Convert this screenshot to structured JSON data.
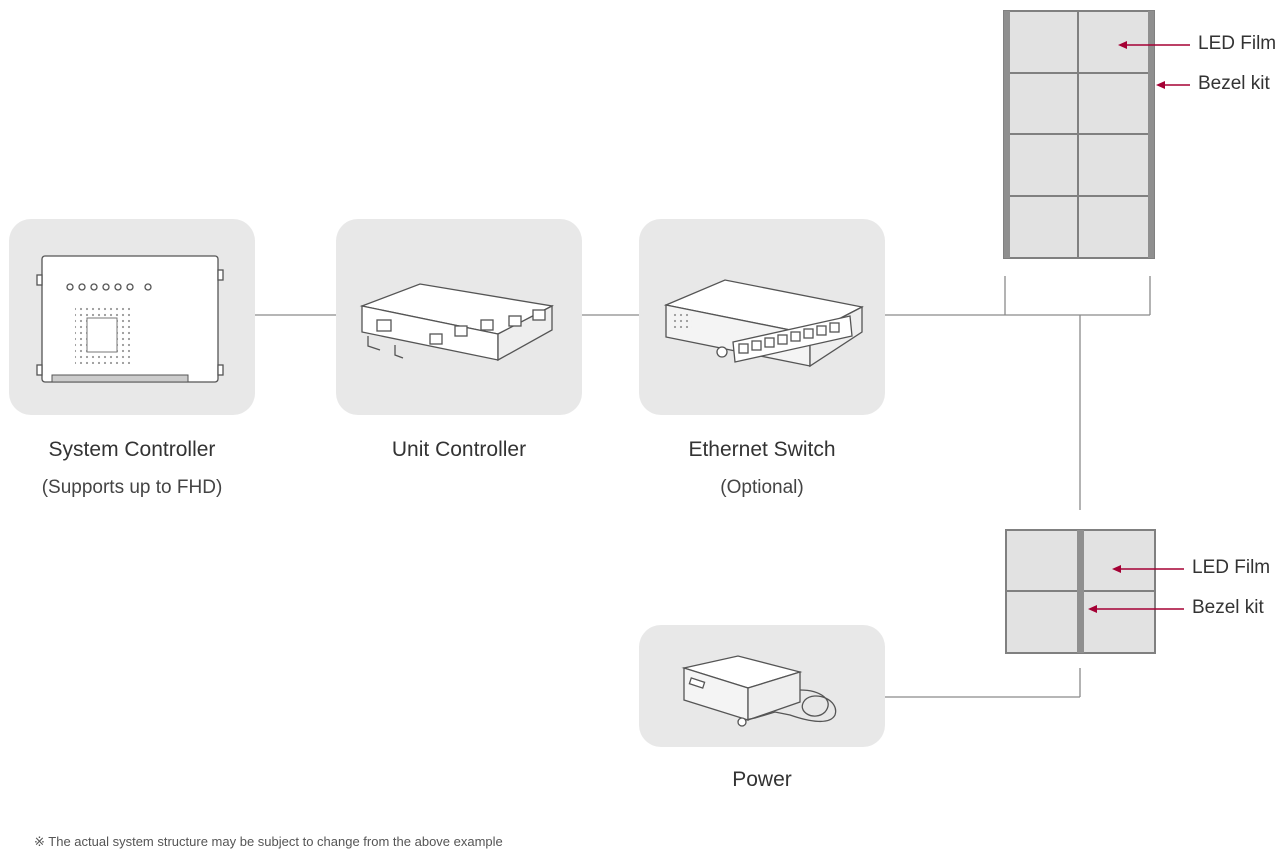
{
  "nodes": {
    "system_controller": {
      "label": "System Controller",
      "sublabel": "(Supports up to FHD)"
    },
    "unit_controller": {
      "label": "Unit Controller"
    },
    "ethernet_switch": {
      "label": "Ethernet Switch",
      "sublabel": "(Optional)"
    },
    "power": {
      "label": "Power"
    }
  },
  "panels": {
    "top": {
      "led_film": "LED Film",
      "bezel_kit": "Bezel kit"
    },
    "bottom": {
      "led_film": "LED Film",
      "bezel_kit": "Bezel kit"
    }
  },
  "note": "※ The actual system structure may be subject to change from the above example",
  "colors": {
    "arrow": "#a50034",
    "box_bg": "#e8e8e8",
    "panel_fill": "#e2e2e2",
    "panel_stroke": "#808080"
  }
}
